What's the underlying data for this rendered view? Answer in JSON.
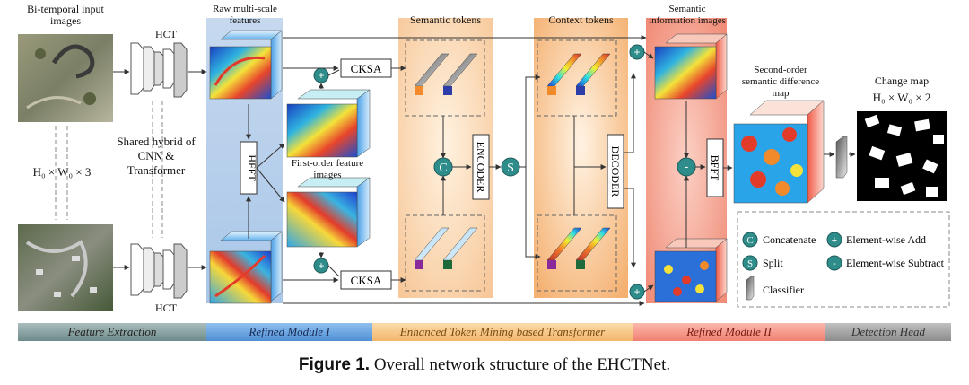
{
  "labels": {
    "bi_temporal": "Bi-temporal input images",
    "dims_input": "H₀ × W₀ × 3",
    "hct_top": "HCT",
    "hct_bottom": "HCT",
    "shared": "Shared hybrid of CNN & Transformer",
    "raw_features": "Raw multi-scale features",
    "hfft": "HFFT",
    "first_order": "First-order feature images",
    "cksa_top": "CKSA",
    "cksa_bottom": "CKSA",
    "semantic_tokens": "Semantic tokens",
    "encoder": "ENCODER",
    "context_tokens": "Context tokens",
    "decoder": "DECODER",
    "semantic_info": "Semantic information images",
    "bfft": "BFFT",
    "second_order": "Second-order semantic difference map",
    "change_map": "Change map",
    "dims_output": "H₀ × W₀ × 2",
    "concat_symbol": "C",
    "split_symbol": "S",
    "add_symbol": "+",
    "sub_symbol": "-"
  },
  "legend": {
    "concatenate": "Concatenate",
    "elementwise_add": "Element-wise Add",
    "split": "Split",
    "elementwise_subtract": "Element-wise Subtract",
    "classifier": "Classifier"
  },
  "stages": [
    {
      "label": "Feature Extraction",
      "color": "#6d8a8a"
    },
    {
      "label": "Refined Module I",
      "color": "#4f8fd6"
    },
    {
      "label": "Enhanced Token Mining based Transformer",
      "color": "#f2b56b"
    },
    {
      "label": "Refined Module II",
      "color": "#f08070"
    },
    {
      "label": "Detection Head",
      "color": "#8c8c8c"
    }
  ],
  "caption": {
    "prefix": "Figure 1.",
    "text": "Overall network structure of the EHCTNet."
  }
}
